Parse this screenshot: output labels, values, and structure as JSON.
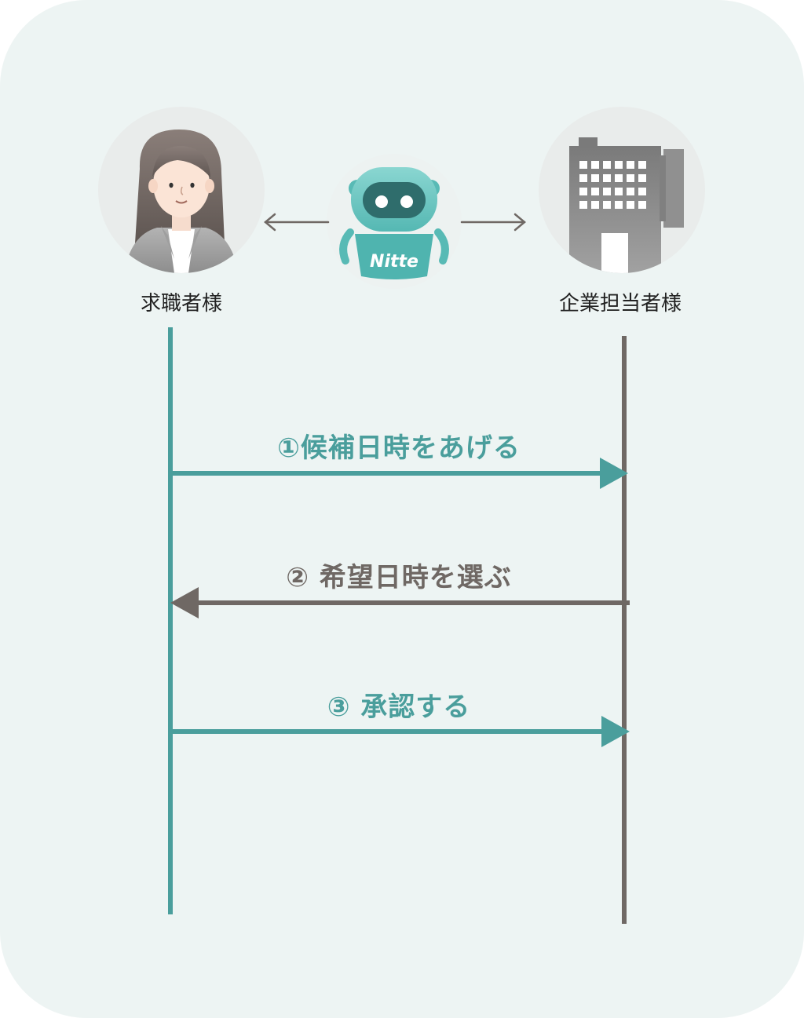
{
  "actors": {
    "left_label": "求職者様",
    "right_label": "企業担当者様",
    "bot_name": "Nitte"
  },
  "messages": [
    {
      "label": "①候補日時をあげる",
      "direction": "right"
    },
    {
      "label": "② 希望日時を選ぶ",
      "direction": "left"
    },
    {
      "label": "③ 承認する",
      "direction": "right"
    }
  ],
  "colors": {
    "background": "#edf4f3",
    "teal": "#4a9e9c",
    "gray": "#6f6864",
    "bot": "#6cc7c2"
  },
  "icons": {
    "left_actor": "businesswoman-avatar-icon",
    "center": "robot-mascot-icon",
    "right_actor": "office-building-icon"
  }
}
